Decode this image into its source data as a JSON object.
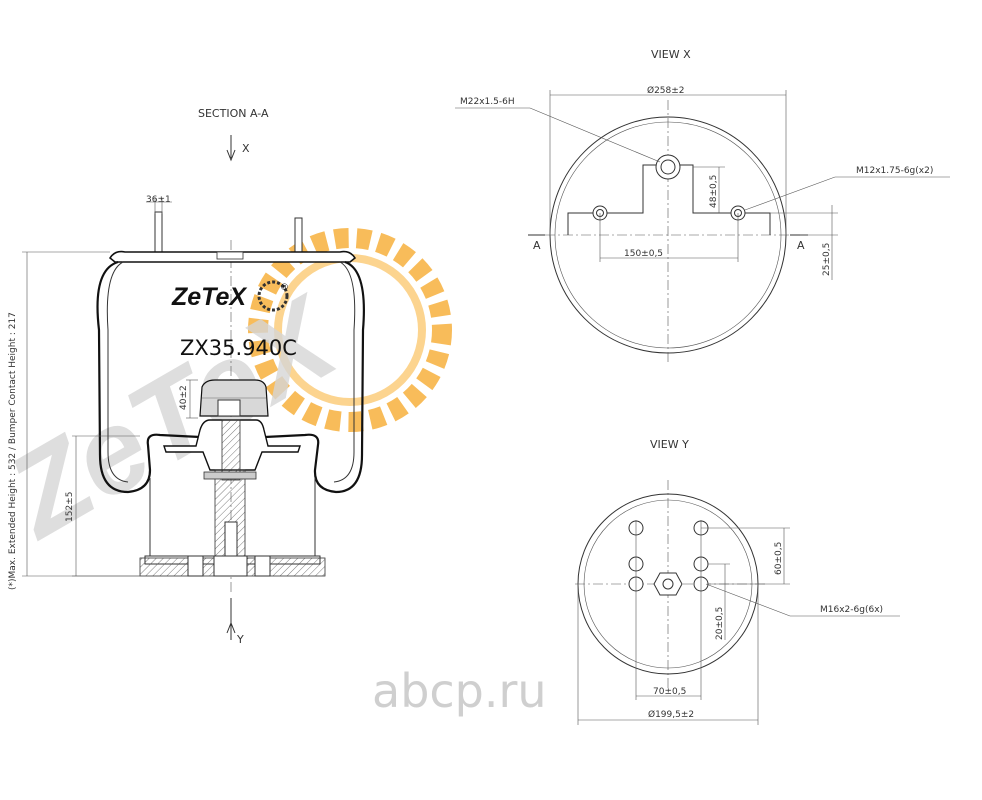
{
  "titles": {
    "section": "SECTION A-A",
    "view_x": "VIEW X",
    "view_y": "VIEW Y"
  },
  "arrows": {
    "x": "X",
    "y": "Y",
    "a_left": "A",
    "a_right": "A"
  },
  "brand": {
    "logo": "ZeTeX",
    "registered": "®",
    "part_number": "ZX35.940C",
    "watermark_text": "ZeTeX",
    "watermark_color": "#f6a623",
    "watermark_gray": "#bfbfbf"
  },
  "section_dims": {
    "stud": "36±1",
    "piston_top": "40±2",
    "piston_height": "152±5",
    "side_note": "(*)Max. Extended Height : 532 / Bumper Contact Height : 217"
  },
  "view_x_dims": {
    "diameter": "Ø258±2",
    "center_thread": "M22x1.5-6H",
    "side_thread": "M12x1.75-6g(x2)",
    "offset": "48±0,5",
    "spacing": "150±0,5",
    "edge": "25±0,5"
  },
  "view_y_dims": {
    "vertical": "60±0,5",
    "small": "20±0,5",
    "thread": "M16x2-6g(6x)",
    "spacing": "70±0,5",
    "diameter": "Ø199,5±2"
  },
  "site": {
    "watermark": "abcp.ru"
  }
}
